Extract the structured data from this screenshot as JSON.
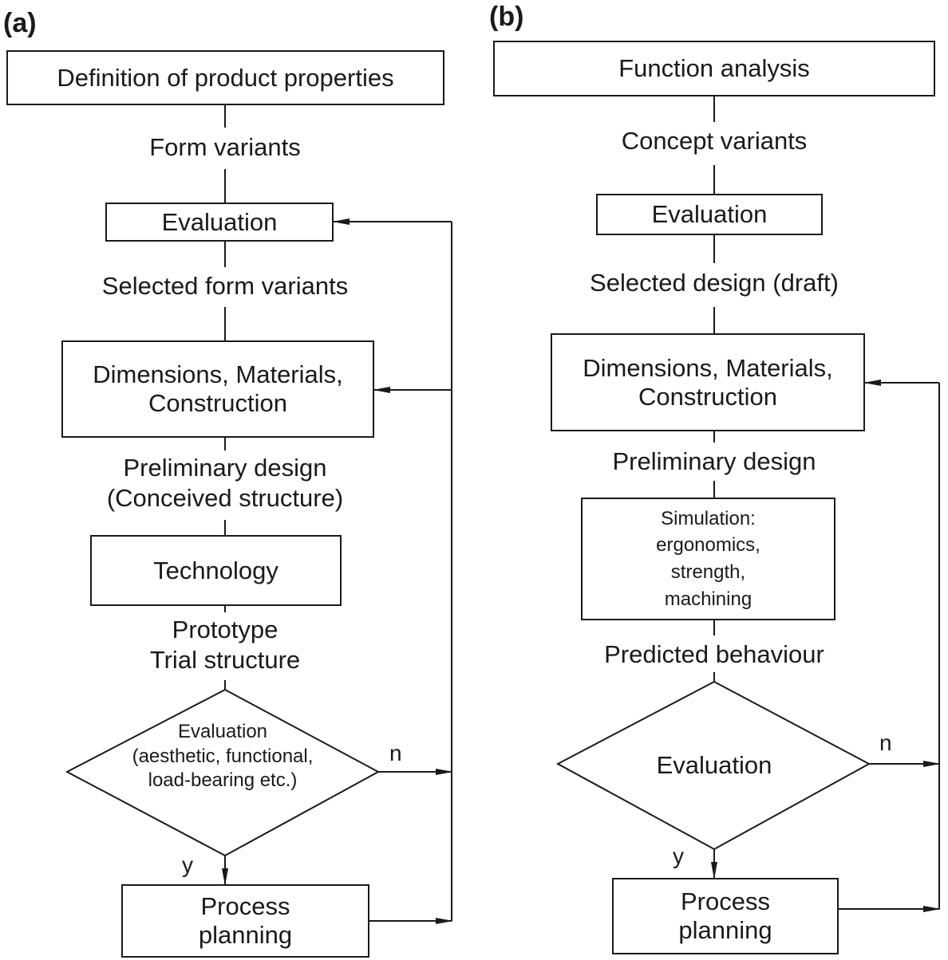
{
  "panels": [
    {
      "label": "(a)",
      "nodes": {
        "start": "Definition of product properties",
        "eval1": "Evaluation",
        "dims": "Dimensions, Materials,\nConstruction",
        "tech": "Technology",
        "decision": "Evaluation\n(aesthetic, functional,\nload-bearing etc.)",
        "end": "Process\nplanning"
      },
      "flow_labels": {
        "l1": "Form variants",
        "l2": "Selected form variants",
        "l3": "Preliminary design\n(Conceived structure)",
        "l4": "Prototype\nTrial structure"
      },
      "branch": {
        "no": "n",
        "yes": "y"
      }
    },
    {
      "label": "(b)",
      "nodes": {
        "start": "Function analysis",
        "eval1": "Evaluation",
        "dims": "Dimensions, Materials,\nConstruction",
        "sim": "Simulation:\nergonomics,\nstrength,\nmachining",
        "decision": "Evaluation",
        "end": "Process\nplanning"
      },
      "flow_labels": {
        "l1": "Concept variants",
        "l2": "Selected design (draft)",
        "l3": "Preliminary design",
        "l4": "Predicted behaviour"
      },
      "branch": {
        "no": "n",
        "yes": "y"
      }
    }
  ]
}
